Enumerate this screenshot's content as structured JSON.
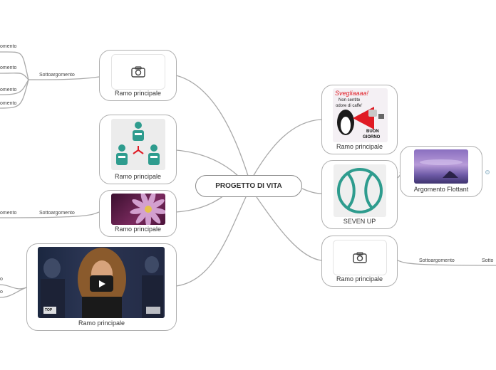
{
  "central": {
    "label": "PROGETTO DI VITA"
  },
  "nodes": {
    "ramo_camera_left": {
      "label": "Ramo principale"
    },
    "ramo_people": {
      "label": "Ramo principale"
    },
    "ramo_flower": {
      "label": "Ramo principale"
    },
    "ramo_video": {
      "label": "Ramo principale"
    },
    "ramo_sveglia": {
      "label": "Ramo principale"
    },
    "seven_up": {
      "label": "SEVEN UP"
    },
    "ramo_camera_right": {
      "label": "Ramo principale"
    },
    "argomento_flottant": {
      "label": "Argomento Flottant"
    }
  },
  "sveglia_image": {
    "title": "Svegliaaaa!",
    "line1": "Non sentite",
    "line2": "odore di caffe'",
    "line3": "BUON",
    "line4": "GIORNO"
  },
  "video_image": {
    "badge": "TOP"
  },
  "subtopics": {
    "left_camera": "Sottoargomento",
    "left_flower": "Sottoargomento",
    "right_camera": "Sottoargomento",
    "right_camera_cut": "Sotto"
  },
  "cut_labels": {
    "l1": "omento",
    "l2": "omento",
    "l3": "omento",
    "l4": "omento",
    "l5": "omento",
    "l6": "o",
    "l7": "o"
  },
  "colors": {
    "line": "#a9a9a9",
    "teal": "#2e9c8e",
    "red": "#e01b24"
  }
}
